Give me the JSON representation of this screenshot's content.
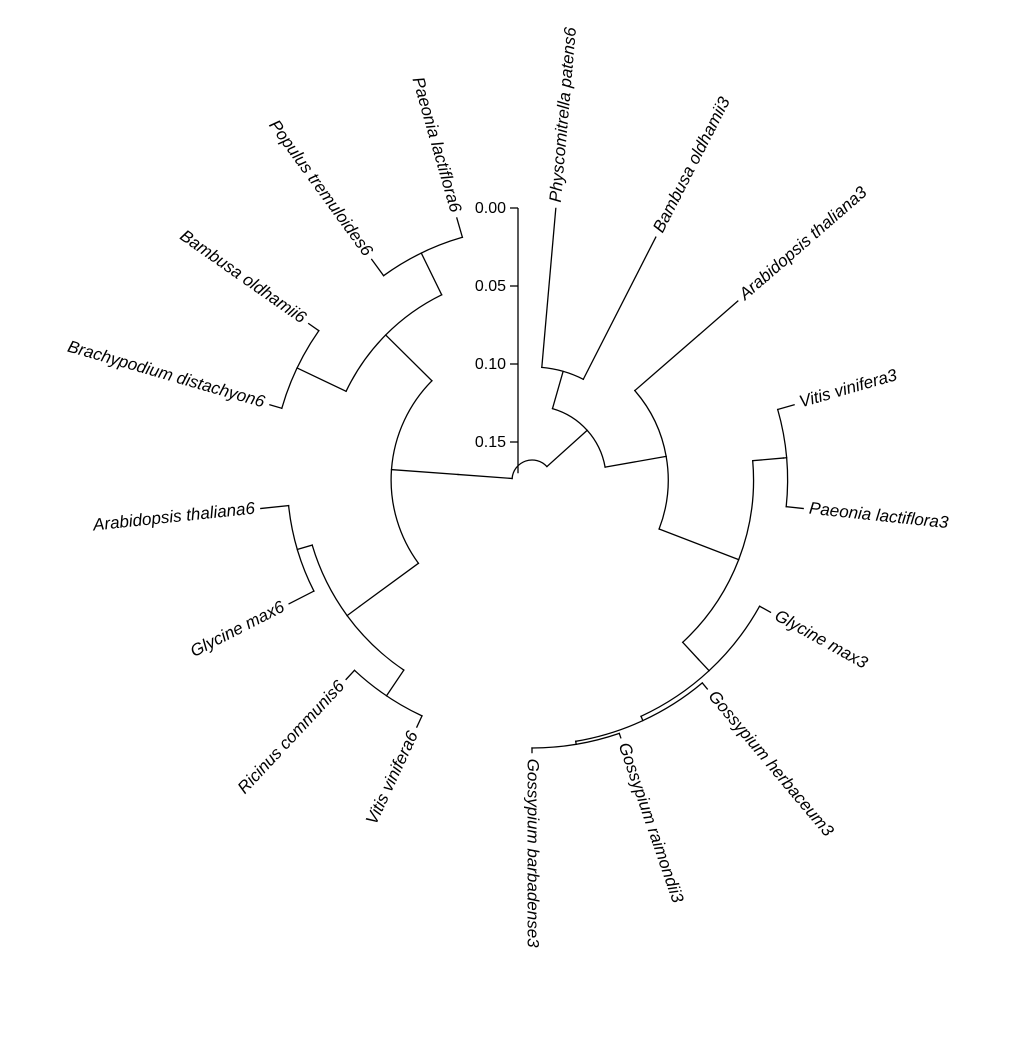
{
  "scale": {
    "ticks": [
      "0.00",
      "0.05",
      "0.10",
      "0.15"
    ],
    "tick_values": [
      0.0,
      0.05,
      0.1,
      0.15
    ],
    "max": 0.17
  },
  "tree": {
    "nodes": [
      {
        "id": "root",
        "parent": null,
        "depth": 0.0
      },
      {
        "id": "nRight",
        "parent": "root",
        "depth": 0.035
      },
      {
        "id": "nLeft",
        "parent": "root",
        "depth": 0.035
      },
      {
        "id": "nPhysBamb",
        "parent": "nRight",
        "depth": 0.06
      },
      {
        "id": "nR2",
        "parent": "nRight",
        "depth": 0.075
      },
      {
        "id": "nArab3",
        "parent": "nR2",
        "depth": 0.13
      },
      {
        "id": "nR3",
        "parent": "nR2",
        "depth": 0.13
      },
      {
        "id": "nR3b",
        "parent": "nR3",
        "depth": 0.15
      },
      {
        "id": "nPaeVit3",
        "parent": "nR3b",
        "depth": 0.152
      },
      {
        "id": "nR4",
        "parent": "nR3",
        "depth": 0.145
      },
      {
        "id": "nR5",
        "parent": "nR4",
        "depth": 0.155
      },
      {
        "id": "nGoss",
        "parent": "nR5",
        "depth": 0.158
      },
      {
        "id": "nGoss2",
        "parent": "nGoss",
        "depth": 0.16
      },
      {
        "id": "nL2",
        "parent": "nLeft",
        "depth": 0.078
      },
      {
        "id": "nL3",
        "parent": "nL2",
        "depth": 0.125
      },
      {
        "id": "nL4",
        "parent": "nL3",
        "depth": 0.135
      },
      {
        "id": "nL5",
        "parent": "nL4",
        "depth": 0.155
      },
      {
        "id": "nL6",
        "parent": "nL4",
        "depth": 0.145
      },
      {
        "id": "nL7",
        "parent": "nL2",
        "depth": 0.12
      },
      {
        "id": "nL8",
        "parent": "nL7",
        "depth": 0.155
      },
      {
        "id": "nL9",
        "parent": "nL7",
        "depth": 0.15
      }
    ],
    "leaves": [
      {
        "label": "Gossypium barbadense3",
        "parent": "nGoss2",
        "depth": 0.163,
        "angle": 0
      },
      {
        "label": "Gossypium raimondii3",
        "parent": "nGoss2",
        "depth": 0.163,
        "angle": 19
      },
      {
        "label": "Gossypium herbaceum3",
        "parent": "nGoss",
        "depth": 0.163,
        "angle": 40
      },
      {
        "label": "Glycine max3",
        "parent": "nR5",
        "depth": 0.163,
        "angle": 61
      },
      {
        "label": "Paeonia lactiflora3",
        "parent": "nPaeVit3",
        "depth": 0.163,
        "angle": 84
      },
      {
        "label": "Vitis vinifera3",
        "parent": "nPaeVit3",
        "depth": 0.163,
        "angle": 106
      },
      {
        "label": "Arabidopsis thaliana3",
        "parent": "nArab3",
        "depth": 0.163,
        "angle": 131
      },
      {
        "label": "Bambusa oldhamii3",
        "parent": "nPhysBamb",
        "depth": 0.163,
        "angle": 153
      },
      {
        "label": "Physcomitrella patens6",
        "parent": "nPhysBamb",
        "depth": 0.163,
        "angle": 175
      },
      {
        "label": "Paeonia lactiflora6",
        "parent": "nL9",
        "depth": 0.163,
        "angle": 196
      },
      {
        "label": "Populus tremuloides6",
        "parent": "nL9",
        "depth": 0.163,
        "angle": 216
      },
      {
        "label": "Bambusa oldhamii6",
        "parent": "nL8",
        "depth": 0.163,
        "angle": 235
      },
      {
        "label": "Brachypodium distachyon6",
        "parent": "nL8",
        "depth": 0.163,
        "angle": 254
      },
      {
        "label": "Arabidopsis thaliana6",
        "parent": "nL6",
        "depth": 0.163,
        "angle": 276
      },
      {
        "label": "Glycine max6",
        "parent": "nL6",
        "depth": 0.163,
        "angle": 297
      },
      {
        "label": "Ricinus communis6",
        "parent": "nL5",
        "depth": 0.163,
        "angle": 317
      },
      {
        "label": "Vitis vinifera6",
        "parent": "nL5",
        "depth": 0.163,
        "angle": 335
      }
    ]
  }
}
